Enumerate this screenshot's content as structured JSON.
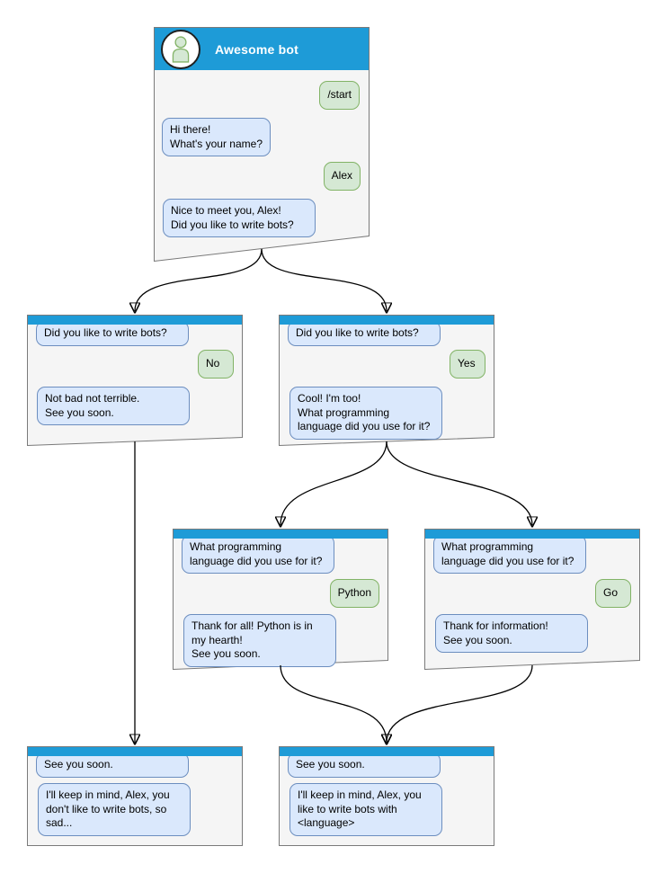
{
  "colors": {
    "header_blue": "#1e9bd7",
    "bot_bubble_fill": "#dae8fc",
    "bot_bubble_stroke": "#6c8ebf",
    "user_bubble_fill": "#d5e8d4",
    "user_bubble_stroke": "#82b366",
    "box_fill": "#f5f5f5",
    "box_stroke": "#7a7a7a"
  },
  "main_window": {
    "title": "Awesome bot",
    "avatar_icon": "person-icon",
    "messages": [
      {
        "from": "user",
        "text": "/start"
      },
      {
        "from": "bot",
        "text": "Hi there!\nWhat's your name?"
      },
      {
        "from": "user",
        "text": "Alex"
      },
      {
        "from": "bot",
        "text": "Nice to meet you, Alex!\nDid you like to write bots?"
      }
    ]
  },
  "branch_no": {
    "messages": [
      {
        "from": "bot",
        "text": "Did you like to write bots?"
      },
      {
        "from": "user",
        "text": "No"
      },
      {
        "from": "bot",
        "text": "Not bad not terrible.\nSee you soon."
      }
    ]
  },
  "branch_yes": {
    "messages": [
      {
        "from": "bot",
        "text": "Did you like to write bots?"
      },
      {
        "from": "user",
        "text": "Yes"
      },
      {
        "from": "bot",
        "text": "Cool! I'm too!\nWhat programming\nlanguage did you use for it?"
      }
    ]
  },
  "branch_python": {
    "messages": [
      {
        "from": "bot",
        "text": "What programming\nlanguage did you use for it?"
      },
      {
        "from": "user",
        "text": "Python"
      },
      {
        "from": "bot",
        "text": "Thank for all! Python is in\nmy hearth!\nSee you soon."
      }
    ]
  },
  "branch_go": {
    "messages": [
      {
        "from": "bot",
        "text": "What programming\nlanguage did you use for it?"
      },
      {
        "from": "user",
        "text": "Go"
      },
      {
        "from": "bot",
        "text": "Thank for information!\nSee you soon."
      }
    ]
  },
  "end_no": {
    "messages": [
      {
        "from": "bot",
        "text": "See you soon."
      },
      {
        "from": "bot",
        "text": "I'll keep in mind, Alex, you\ndon't like to write bots, so\nsad..."
      }
    ]
  },
  "end_language": {
    "messages": [
      {
        "from": "bot",
        "text": "See you soon."
      },
      {
        "from": "bot",
        "text": "I'll keep in mind, Alex, you\nlike to write bots with\n<language>"
      }
    ]
  }
}
